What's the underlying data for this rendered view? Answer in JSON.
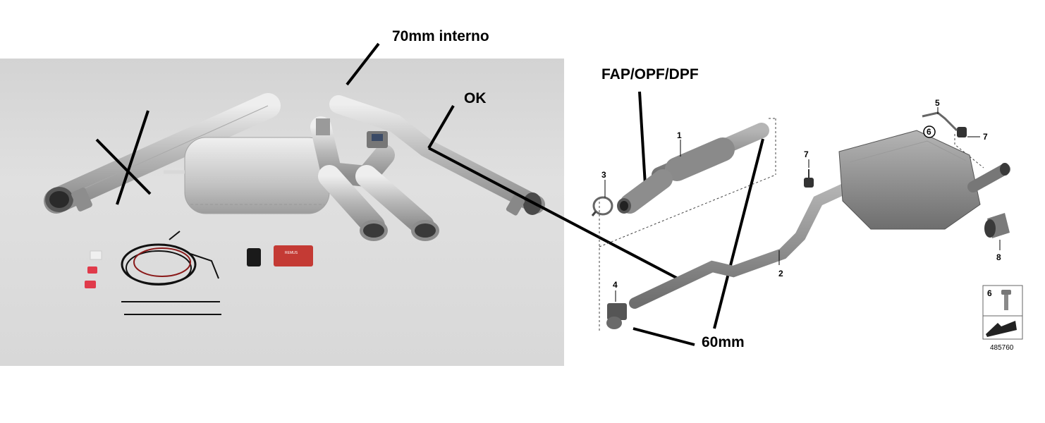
{
  "annotations": {
    "interno_70mm": "70mm interno",
    "ok": "OK",
    "fap_opf_dpf": "FAP/OPF/DPF",
    "diameter_60mm": "60mm"
  },
  "part_numbers": {
    "p1": "1",
    "p2": "2",
    "p3": "3",
    "p4": "4",
    "p5": "5",
    "p6": "6",
    "p7a": "7",
    "p7b": "7",
    "p8": "8",
    "legend_6": "6"
  },
  "diagram_id": "485760",
  "colors": {
    "photo_background": "#d8d8d8",
    "annotation_lines": "#000000",
    "diagram_parts": "#8a8a8a"
  }
}
